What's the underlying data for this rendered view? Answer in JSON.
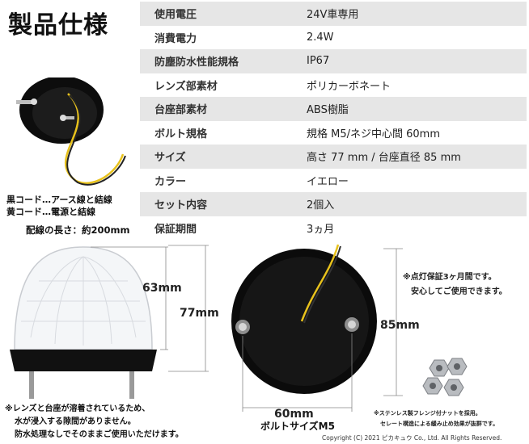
{
  "title": "製品仕様",
  "specs": [
    {
      "label": "使用電圧",
      "value": "24V車専用"
    },
    {
      "label": "消費電力",
      "value": "2.4W"
    },
    {
      "label": "防塵防水性能規格",
      "value": "IP67"
    },
    {
      "label": "レンズ部素材",
      "value": "ポリカーボネート"
    },
    {
      "label": "台座部素材",
      "value": "ABS樹脂"
    },
    {
      "label": "ボルト規格",
      "value": "規格 M5/ネジ中心間 60mm"
    },
    {
      "label": "サイズ",
      "value": "高さ 77 mm / 台座直径 85 mm"
    },
    {
      "label": "カラー",
      "value": "イエロー"
    },
    {
      "label": "セット内容",
      "value": "2個入"
    },
    {
      "label": "保証期間",
      "value": "3ヵ月"
    }
  ],
  "cord": {
    "black": "黒コード…アース線と結線",
    "yellow": "黄コード…電源と結線",
    "length": "配線の長さ：約200mm"
  },
  "dimensions": {
    "lens_height": "63mm",
    "total_height": "77mm",
    "base_diameter": "85mm",
    "bolt_spacing": "60mm",
    "bolt_size": "ボルトサイズM5"
  },
  "guarantee": {
    "line1": "※点灯保証3ヶ月間です。",
    "line2": "安心してご使用できます。"
  },
  "note_left": {
    "line1": "※レンズと台座が溶着されているため、",
    "line2": "水が浸入する隙間がありません。",
    "line3": "防水処理なしでそのままご使用いただけます。"
  },
  "note_right": {
    "line1": "※ステンレス製フレンジ付ナットを採用。",
    "line2": "セレート構造による緩み止め効果が抜群です。"
  },
  "copyright": "Copyright (C) 2021 ピカキュウ Co., Ltd. All Rights Reserved.",
  "colors": {
    "row_shade": "#e6e6e6",
    "lamp_body": "#111111",
    "wire_yellow": "#e8c21c"
  }
}
